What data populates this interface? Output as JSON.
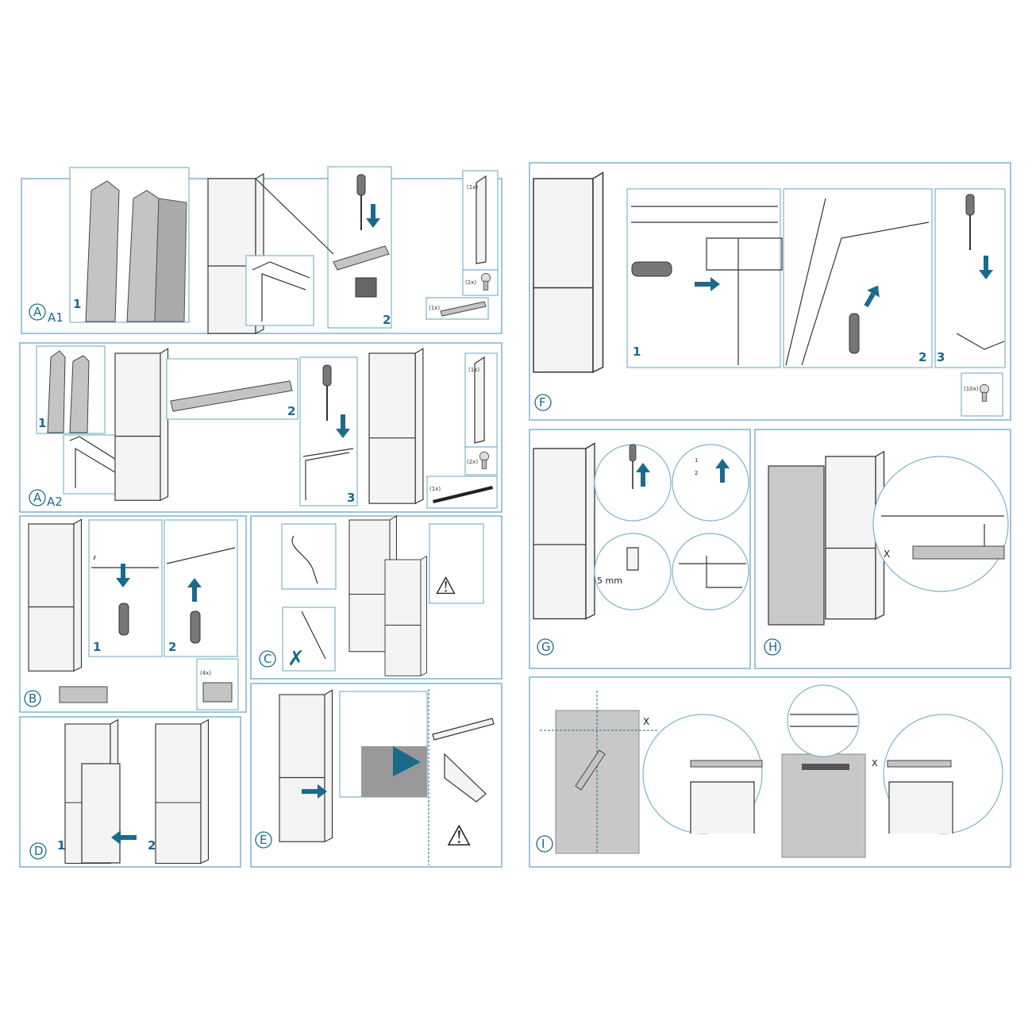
{
  "panels": {
    "A1": {
      "letter": "A",
      "sub": "A1",
      "steps": [
        "1",
        "2"
      ],
      "parts": [
        "(1x)",
        "(2x)",
        "(1x)"
      ]
    },
    "A2": {
      "letter": "A",
      "sub": "A2",
      "steps": [
        "1",
        "2",
        "3"
      ],
      "parts": [
        "(1x)",
        "(2x)",
        "(1x)"
      ]
    },
    "B": {
      "letter": "B",
      "steps": [
        "1",
        "2"
      ],
      "parts": [
        "(4x)"
      ]
    },
    "C": {
      "letter": "C"
    },
    "D": {
      "letter": "D",
      "steps": [
        "1",
        "2"
      ]
    },
    "E": {
      "letter": "E"
    },
    "F": {
      "letter": "F",
      "steps": [
        "1",
        "2",
        "3"
      ],
      "parts": [
        "(10x)"
      ]
    },
    "G": {
      "letter": "G",
      "steps": [
        "1",
        "2"
      ],
      "measure": "5 mm"
    },
    "H": {
      "letter": "H",
      "measure": "X"
    },
    "I": {
      "letter": "I",
      "measure": "X"
    }
  },
  "colors": {
    "accent": "#1b6a8c",
    "frame": "#7fb3cc"
  }
}
